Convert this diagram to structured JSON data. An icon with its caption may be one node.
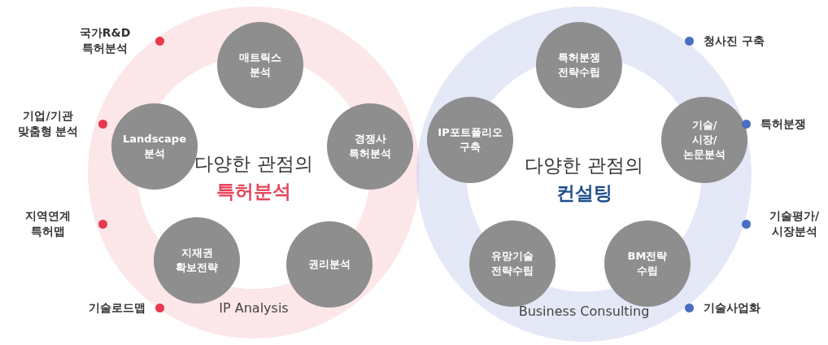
{
  "diagram": {
    "nodes": [
      {
        "text": [
          "다양한 관점의",
          "특허분석",
          "IP Analysis"
        ]
      },
      {
        "text": [
          "매트릭스 분석"
        ],
        "in": 0
      },
      {
        "text": [
          "Landscape 분석"
        ],
        "in": 0
      },
      {
        "text": [
          "경쟁사 특허분석"
        ],
        "in": 0
      },
      {
        "text": [
          "지재권 확보전략"
        ],
        "in": 0
      },
      {
        "text": [
          "권리분석"
        ],
        "in": 0
      },
      {
        "text": [
          "다양한 관점의",
          "컨설팅",
          "Business Consulting"
        ]
      },
      {
        "text": [
          "특허분쟁 전략수립"
        ],
        "in": 6
      },
      {
        "text": [
          "IP포트폴리오 구축"
        ],
        "in": 6
      },
      {
        "text": [
          "기술/시장/ 논문분석"
        ],
        "in": 6
      },
      {
        "text": [
          "유망기술 전략수립"
        ],
        "in": 6
      },
      {
        "text": [
          "BM전략 수립"
        ],
        "in": 6
      }
    ],
    "labels": [
      "국가R&D 특허분석",
      "청사진 구축",
      "기업/기관 맞춤형 분석",
      "특허분쟁",
      "지역연계 특허맵",
      "기술평가/ 시장분석",
      "기술로드맵",
      "기술사업화"
    ]
  }
}
